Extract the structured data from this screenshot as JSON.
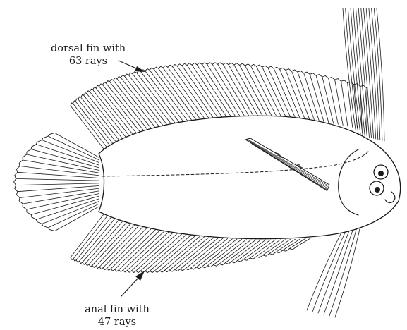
{
  "labels": {
    "dorsal": {
      "line1": "dorsal fin with",
      "line2": "63 rays"
    },
    "anal": {
      "line1": "anal fin with",
      "line2": "47 rays"
    }
  },
  "fins": {
    "dorsal_ray_count": 63,
    "anal_ray_count": 47
  },
  "colors": {
    "ink": "#1a1a1a",
    "paper": "#ffffff"
  }
}
